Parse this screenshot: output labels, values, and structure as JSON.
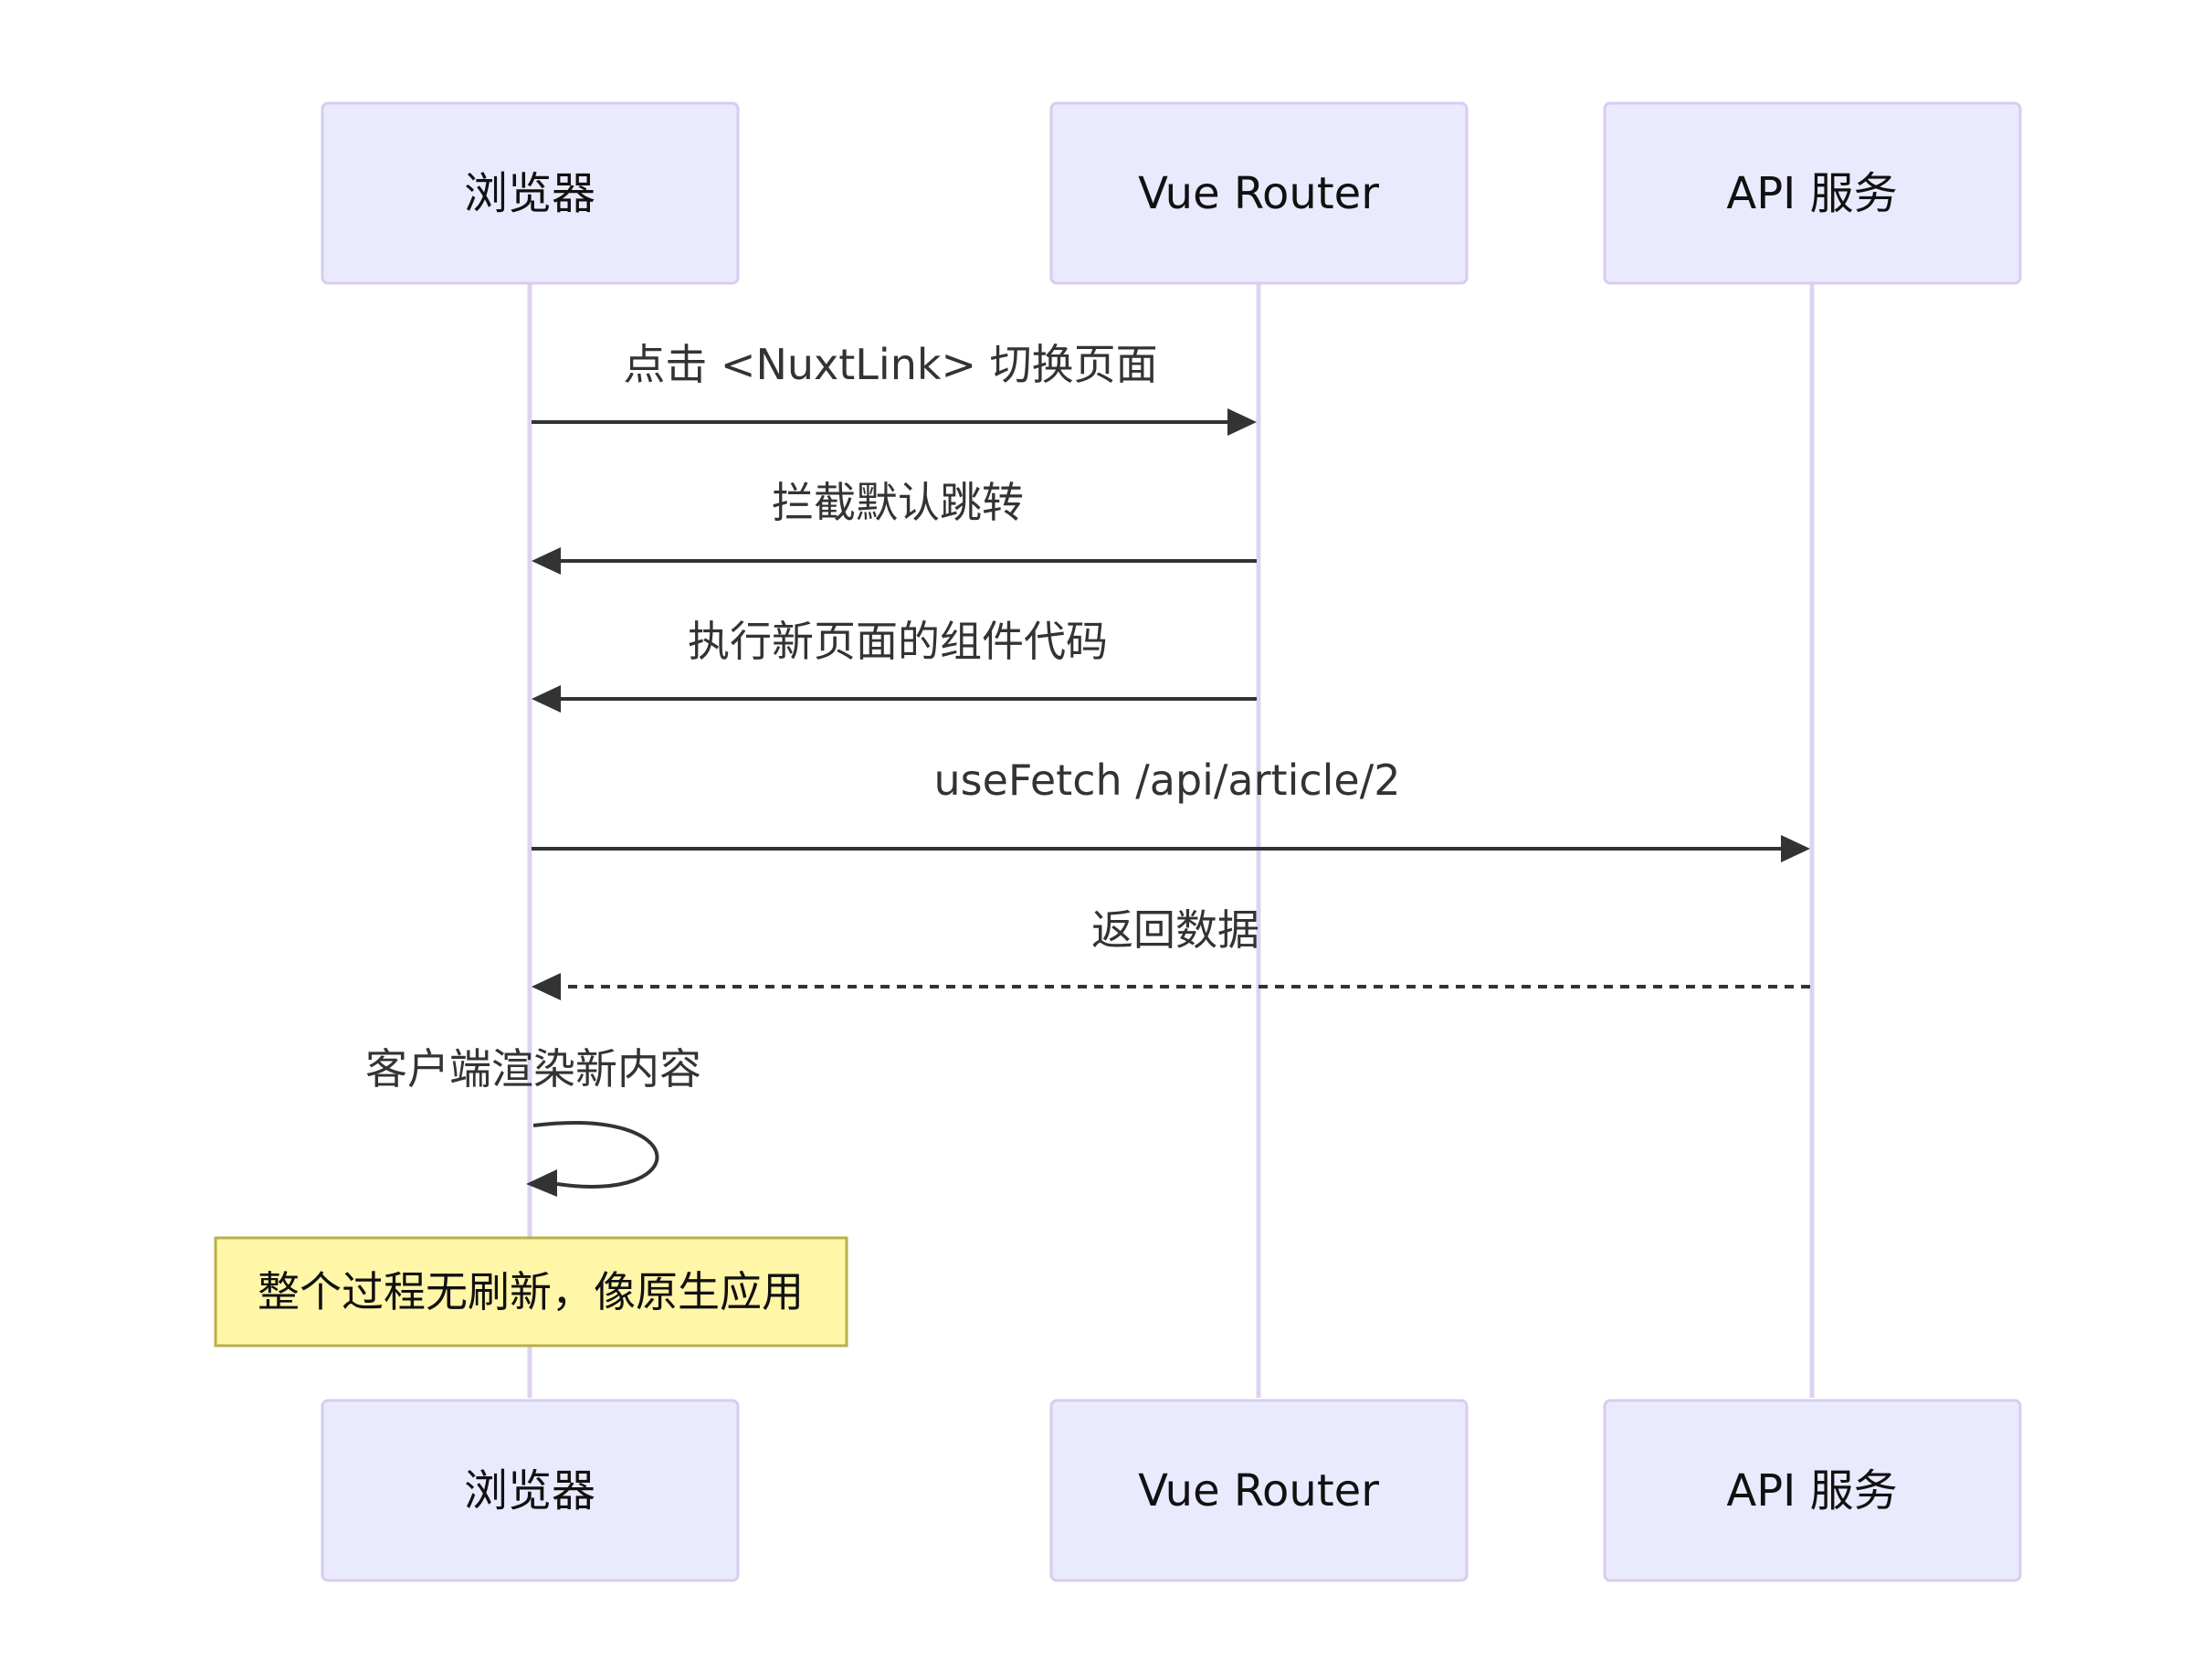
{
  "participants": [
    {
      "id": "browser",
      "label": "浏览器"
    },
    {
      "id": "router",
      "label": "Vue Router"
    },
    {
      "id": "api",
      "label": "API 服务"
    }
  ],
  "messages": [
    {
      "from": "browser",
      "to": "router",
      "label": "点击 <NuxtLink> 切换页面",
      "style": "solid"
    },
    {
      "from": "router",
      "to": "browser",
      "label": "拦截默认跳转",
      "style": "solid"
    },
    {
      "from": "router",
      "to": "browser",
      "label": "执行新页面的组件代码",
      "style": "solid"
    },
    {
      "from": "browser",
      "to": "api",
      "label": "useFetch /api/article/2",
      "style": "solid"
    },
    {
      "from": "api",
      "to": "browser",
      "label": "返回数据",
      "style": "dashed"
    },
    {
      "from": "browser",
      "to": "browser",
      "label": "客户端渲染新内容",
      "style": "solid"
    }
  ],
  "note": {
    "over": "browser",
    "text": "整个过程无刷新，像原生应用"
  },
  "colors": {
    "actor_fill": "#eaeaff",
    "actor_border": "#d7cdf0",
    "lifeline": "#ddd3f0",
    "message": "#333333",
    "note_fill": "#fff6a8",
    "note_border": "#b8b04a"
  }
}
